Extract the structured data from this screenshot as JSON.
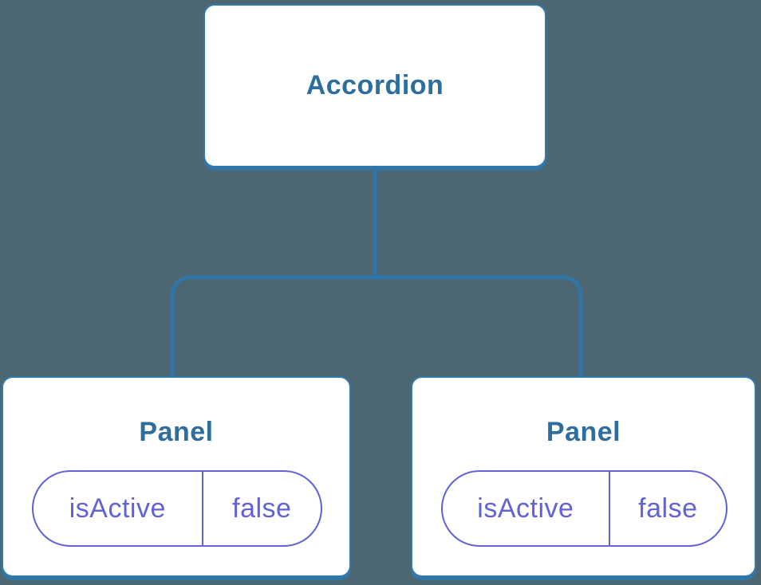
{
  "colors": {
    "background": "#4C6771",
    "node_fill": "#FFFFFF",
    "node_stroke": "#3379AD",
    "node_label": "#2D6E9E",
    "connector": "#2F75A8",
    "prop_accent": "#6262D7"
  },
  "tree": {
    "root": {
      "label": "Accordion"
    },
    "children": [
      {
        "label": "Panel",
        "props": [
          {
            "name": "isActive",
            "value": "false"
          }
        ]
      },
      {
        "label": "Panel",
        "props": [
          {
            "name": "isActive",
            "value": "false"
          }
        ]
      }
    ]
  }
}
